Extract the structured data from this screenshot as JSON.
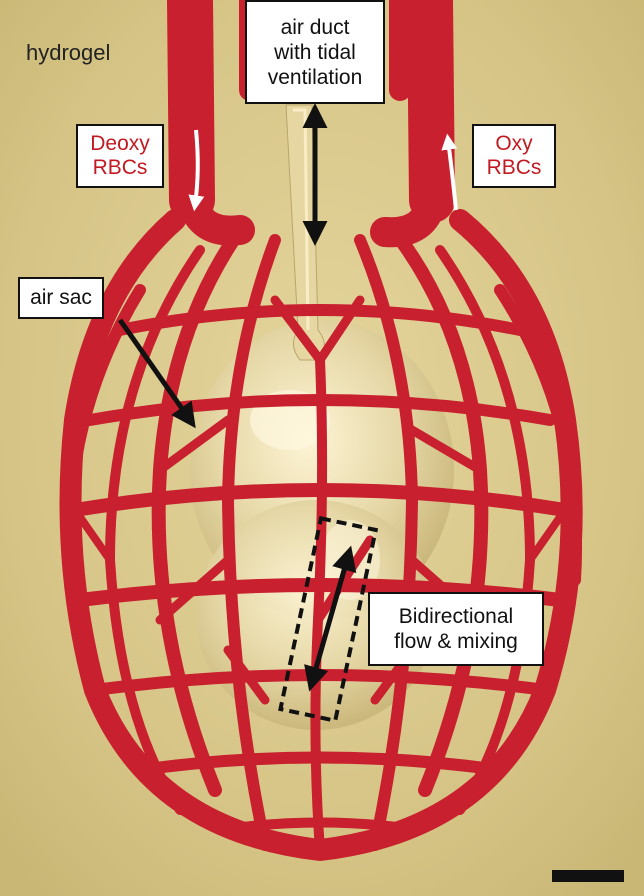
{
  "labels": {
    "hydrogel": "hydrogel",
    "air_duct": [
      "air duct",
      "with tidal",
      "ventilation"
    ],
    "deoxy": [
      "Deoxy",
      "RBCs"
    ],
    "oxy": [
      "Oxy",
      "RBCs"
    ],
    "air_sac": "air sac",
    "bidirectional": [
      "Bidirectional",
      "flow & mixing"
    ]
  },
  "colors": {
    "hydrogel_bg": "#d8c78a",
    "vessel_red": "#c8202e",
    "label_red": "#c21a22",
    "air_sac": "#e9dfb4"
  }
}
